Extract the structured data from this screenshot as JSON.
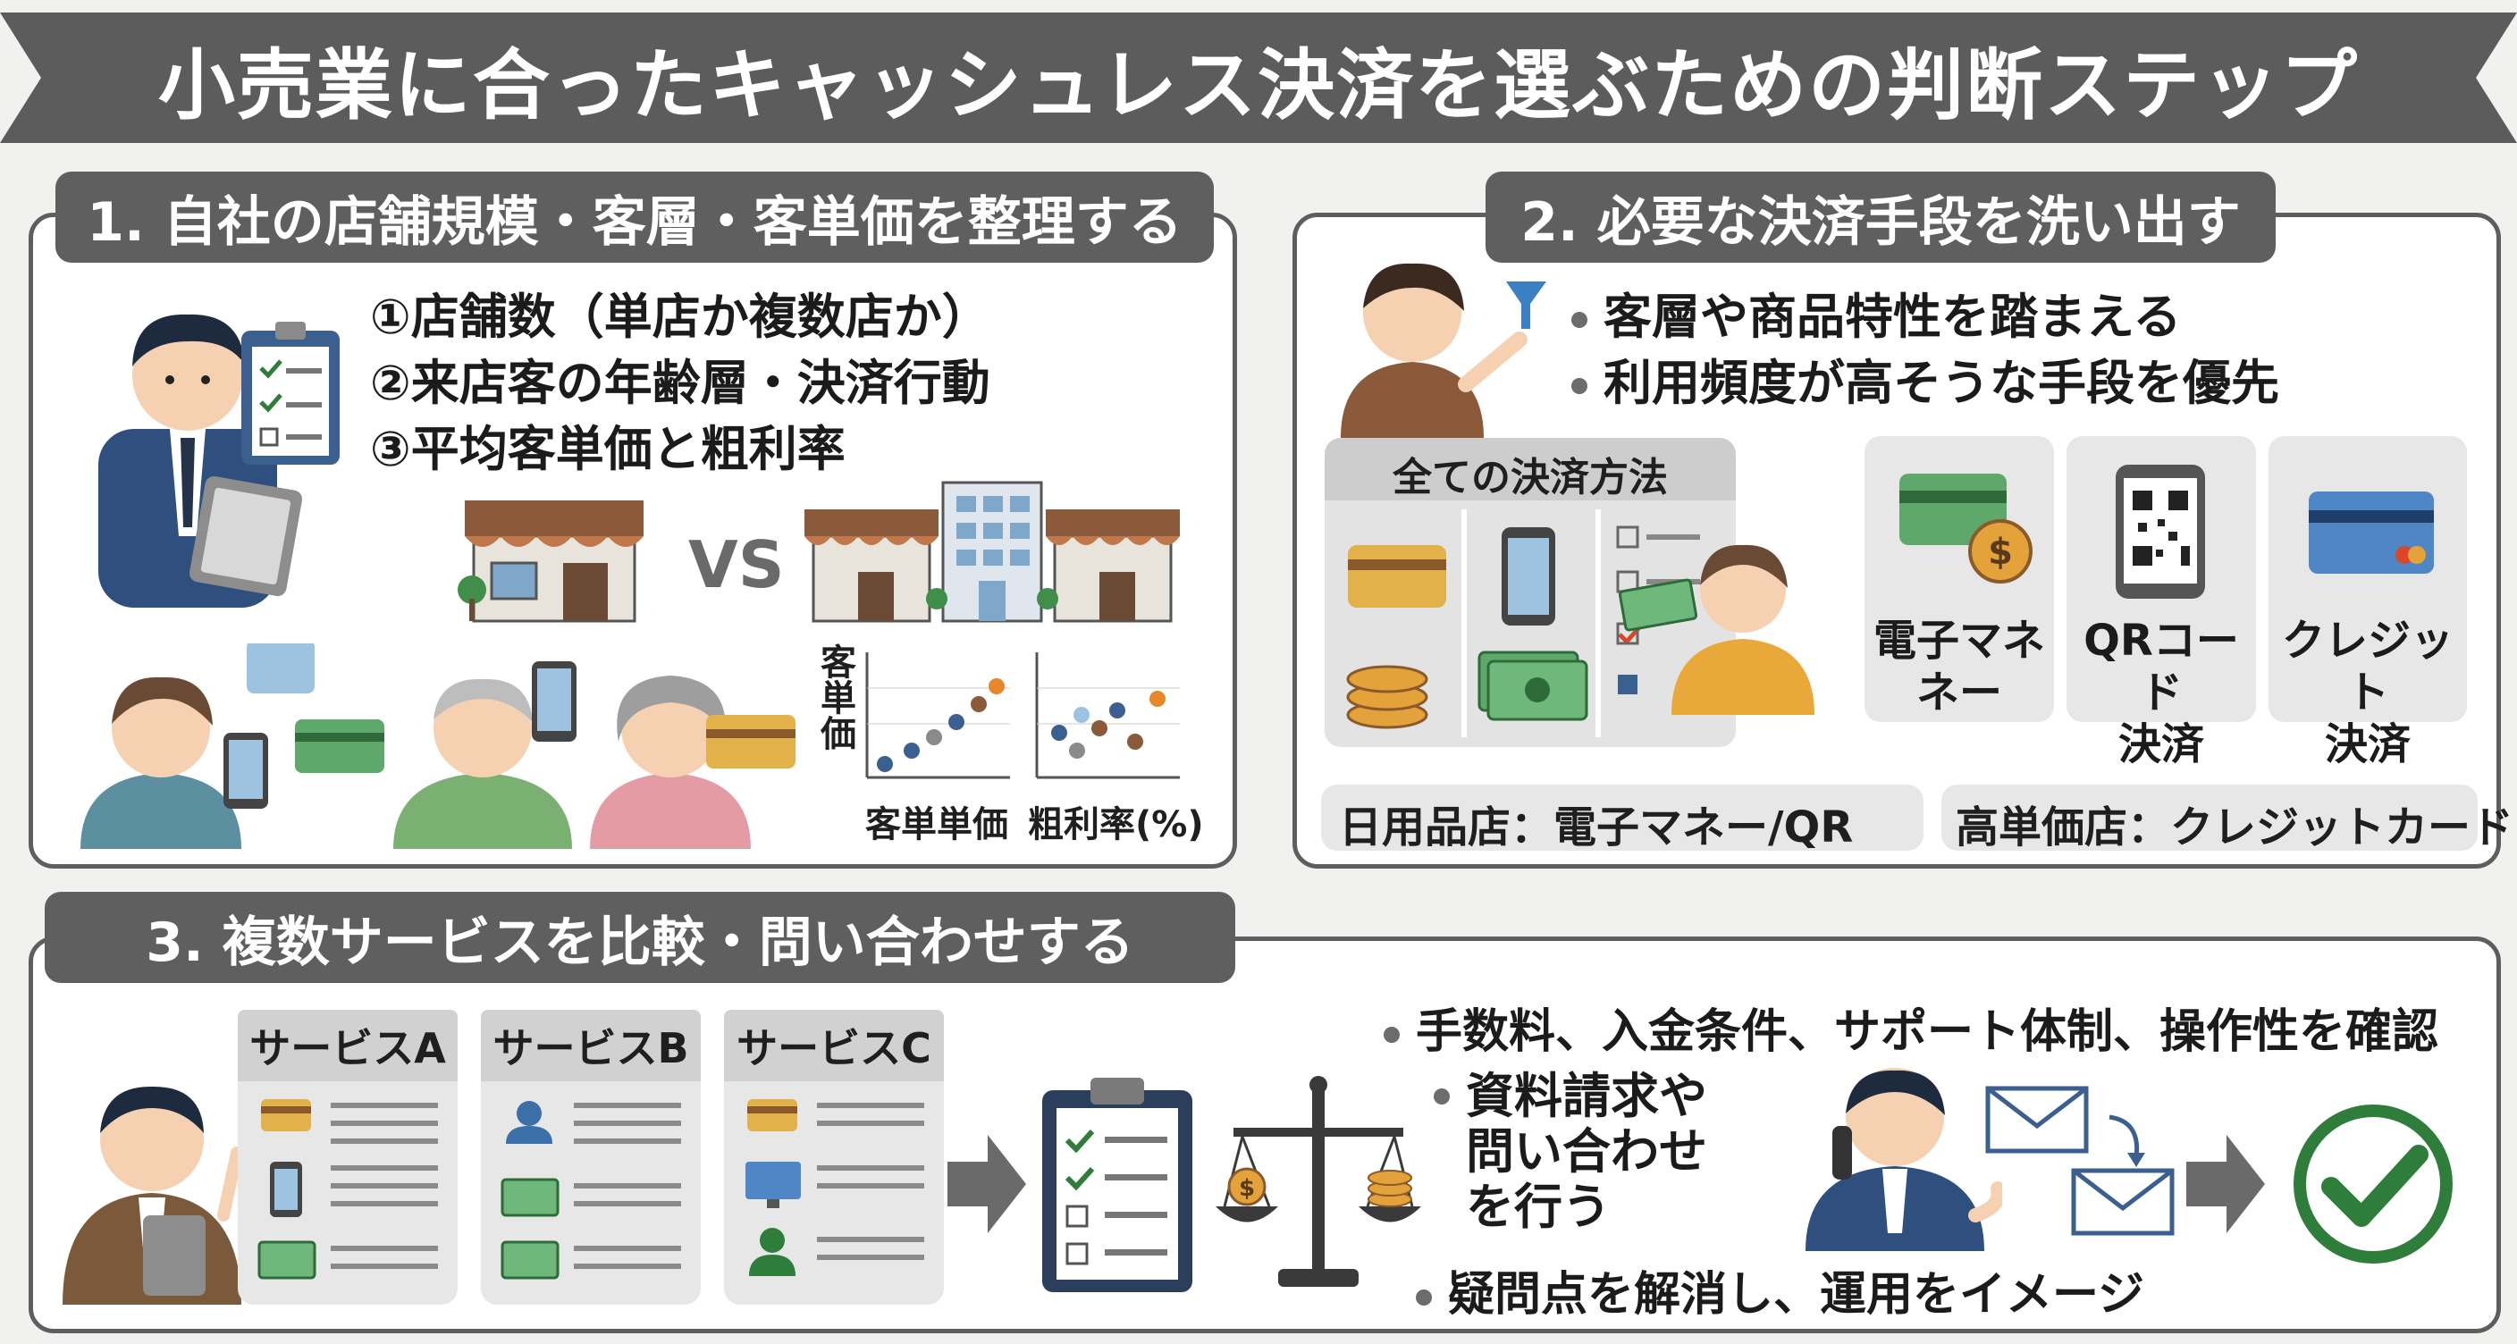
{
  "title": "小売業に合ったキャッシュレス決済を選ぶための判断ステップ",
  "step1": {
    "heading": "1. 自社の店舗規模・客層・客単価を整理する",
    "points": [
      "①店舗数（単店か複数店か）",
      "②来店客の年齢層・決済行動",
      "③平均客単価と粗利率"
    ],
    "vs_label": "VS",
    "chart_left": {
      "ylabel": "客単価",
      "xlabel": "客単単価"
    },
    "chart_right": {
      "xlabel": "粗利率(%)"
    }
  },
  "step2": {
    "heading": "2. 必要な決済手段を洗い出す",
    "bullets": [
      "客層や商品特性を踏まえる",
      "利用頻度が高そうな手段を優先"
    ],
    "all_methods_label": "全ての決済方法",
    "cards": [
      {
        "label": "電子マネ\nネー",
        "icon": "e-money-card-icon"
      },
      {
        "label": "QRコード\n決済",
        "icon": "qr-phone-icon"
      },
      {
        "label": "クレジット\n決済",
        "icon": "credit-card-icon"
      }
    ],
    "examples": [
      "日用品店：電子マネー/QR",
      "高単価店：クレジットカード"
    ]
  },
  "step3": {
    "heading": "3. 複数サービスを比較・問い合わせする",
    "services": [
      "サービスA",
      "サービスB",
      "サービスC"
    ],
    "bullets": [
      "手数料、入金条件、サポート体制、操作性を確認",
      "資料請求や\n問い合わせ\nを行う",
      "疑問点を解消し、運用をイメージ"
    ]
  },
  "colors": {
    "banner": "#5c5c5c",
    "panel_border": "#5e5e5e",
    "accent_orange": "#e8862a",
    "accent_blue": "#3b5f8f",
    "accent_green": "#2f7d3a"
  }
}
